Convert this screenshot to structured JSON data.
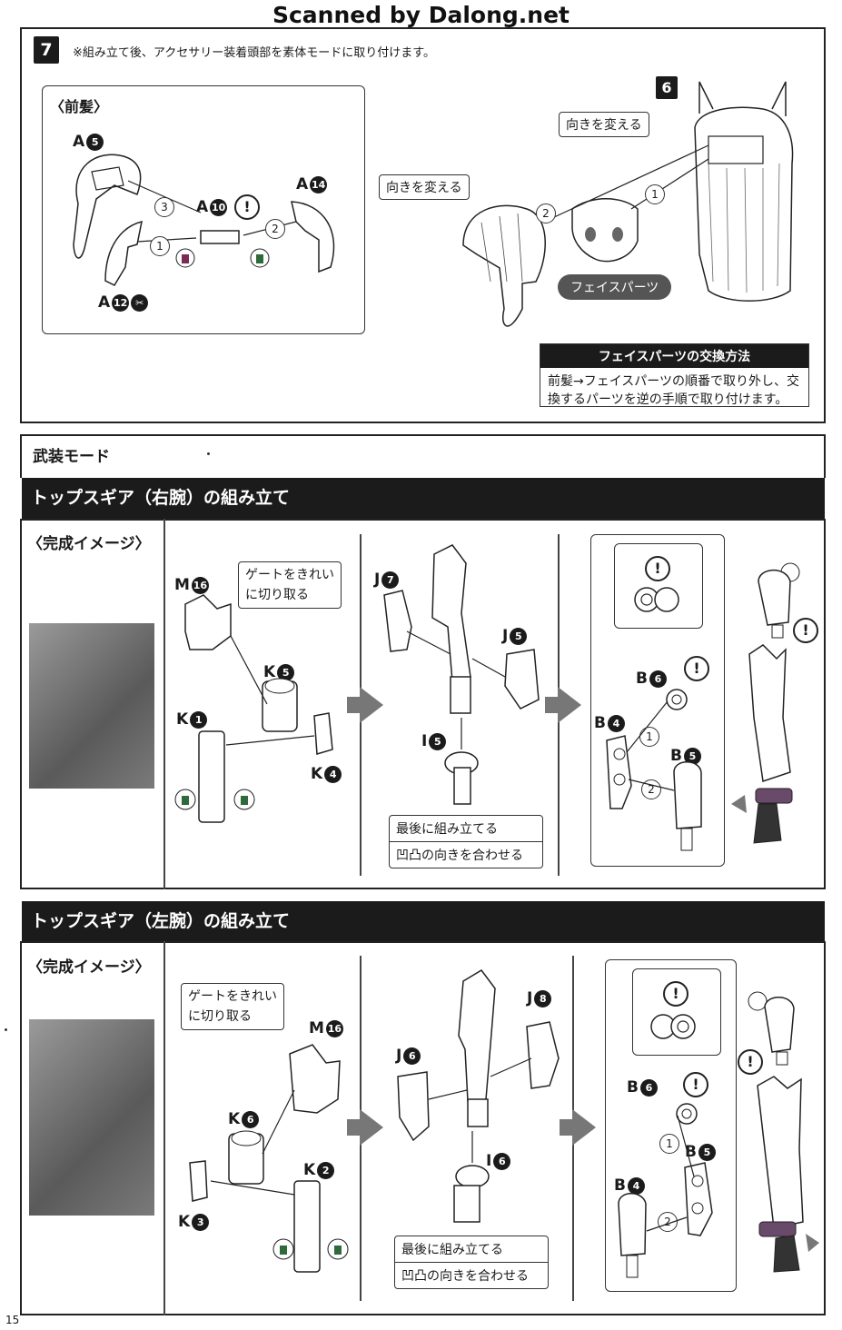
{
  "watermark": "Scanned by Dalong.net",
  "step7": {
    "number": "7",
    "note": "※組み立て後、アクセサリー装着頭部を素体モードに取り付けます。",
    "front_hair_label": "〈前髪〉",
    "parts": {
      "a5": {
        "letter": "A",
        "num": "5"
      },
      "a10": {
        "letter": "A",
        "num": "10"
      },
      "a14": {
        "letter": "A",
        "num": "14"
      },
      "a12": {
        "letter": "A",
        "num": "12"
      }
    },
    "assembly_order": [
      "1",
      "2",
      "3"
    ],
    "step6_number": "6",
    "change_direction_1": "向きを変える",
    "change_direction_2": "向きを変える",
    "face_parts_label": "フェイスパーツ",
    "face_exchange_box": {
      "title": "フェイスパーツの交換方法",
      "line1": "前髪→フェイスパーツの順番で取り外し、交",
      "line2": "換するパーツを逆の手順で取り付けます。"
    }
  },
  "armed_mode": {
    "title": "武装モード"
  },
  "right_arm": {
    "title": "トップスギア（右腕）の組み立て",
    "completion": "〈完成イメージ〉",
    "gate_note_1": "ゲートをきれい",
    "gate_note_2": "に切り取る",
    "parts": {
      "m16": {
        "letter": "M",
        "num": "16"
      },
      "k5": {
        "letter": "K",
        "num": "5"
      },
      "k1": {
        "letter": "K",
        "num": "1"
      },
      "k4": {
        "letter": "K",
        "num": "4"
      },
      "j7": {
        "letter": "J",
        "num": "7"
      },
      "j5": {
        "letter": "J",
        "num": "5"
      },
      "i5": {
        "letter": "I",
        "num": "5"
      },
      "b6": {
        "letter": "B",
        "num": "6"
      },
      "b4": {
        "letter": "B",
        "num": "4"
      },
      "b5": {
        "letter": "B",
        "num": "5"
      }
    },
    "last_assemble": "最後に組み立てる",
    "align_note": "凹凸の向きを合わせる",
    "step_labels": [
      "1",
      "2"
    ]
  },
  "left_arm": {
    "title": "トップスギア（左腕）の組み立て",
    "completion": "〈完成イメージ〉",
    "gate_note_1": "ゲートをきれい",
    "gate_note_2": "に切り取る",
    "parts": {
      "m16": {
        "letter": "M",
        "num": "16"
      },
      "k6": {
        "letter": "K",
        "num": "6"
      },
      "k2": {
        "letter": "K",
        "num": "2"
      },
      "k3": {
        "letter": "K",
        "num": "3"
      },
      "j8": {
        "letter": "J",
        "num": "8"
      },
      "j6": {
        "letter": "J",
        "num": "6"
      },
      "i6": {
        "letter": "I",
        "num": "6"
      },
      "b6": {
        "letter": "B",
        "num": "6"
      },
      "b5": {
        "letter": "B",
        "num": "5"
      },
      "b4": {
        "letter": "B",
        "num": "4"
      }
    },
    "last_assemble": "最後に組み立てる",
    "align_note": "凹凸の向きを合わせる",
    "step_labels": [
      "1",
      "2"
    ]
  },
  "warning_symbol": "!",
  "page_number": "15"
}
